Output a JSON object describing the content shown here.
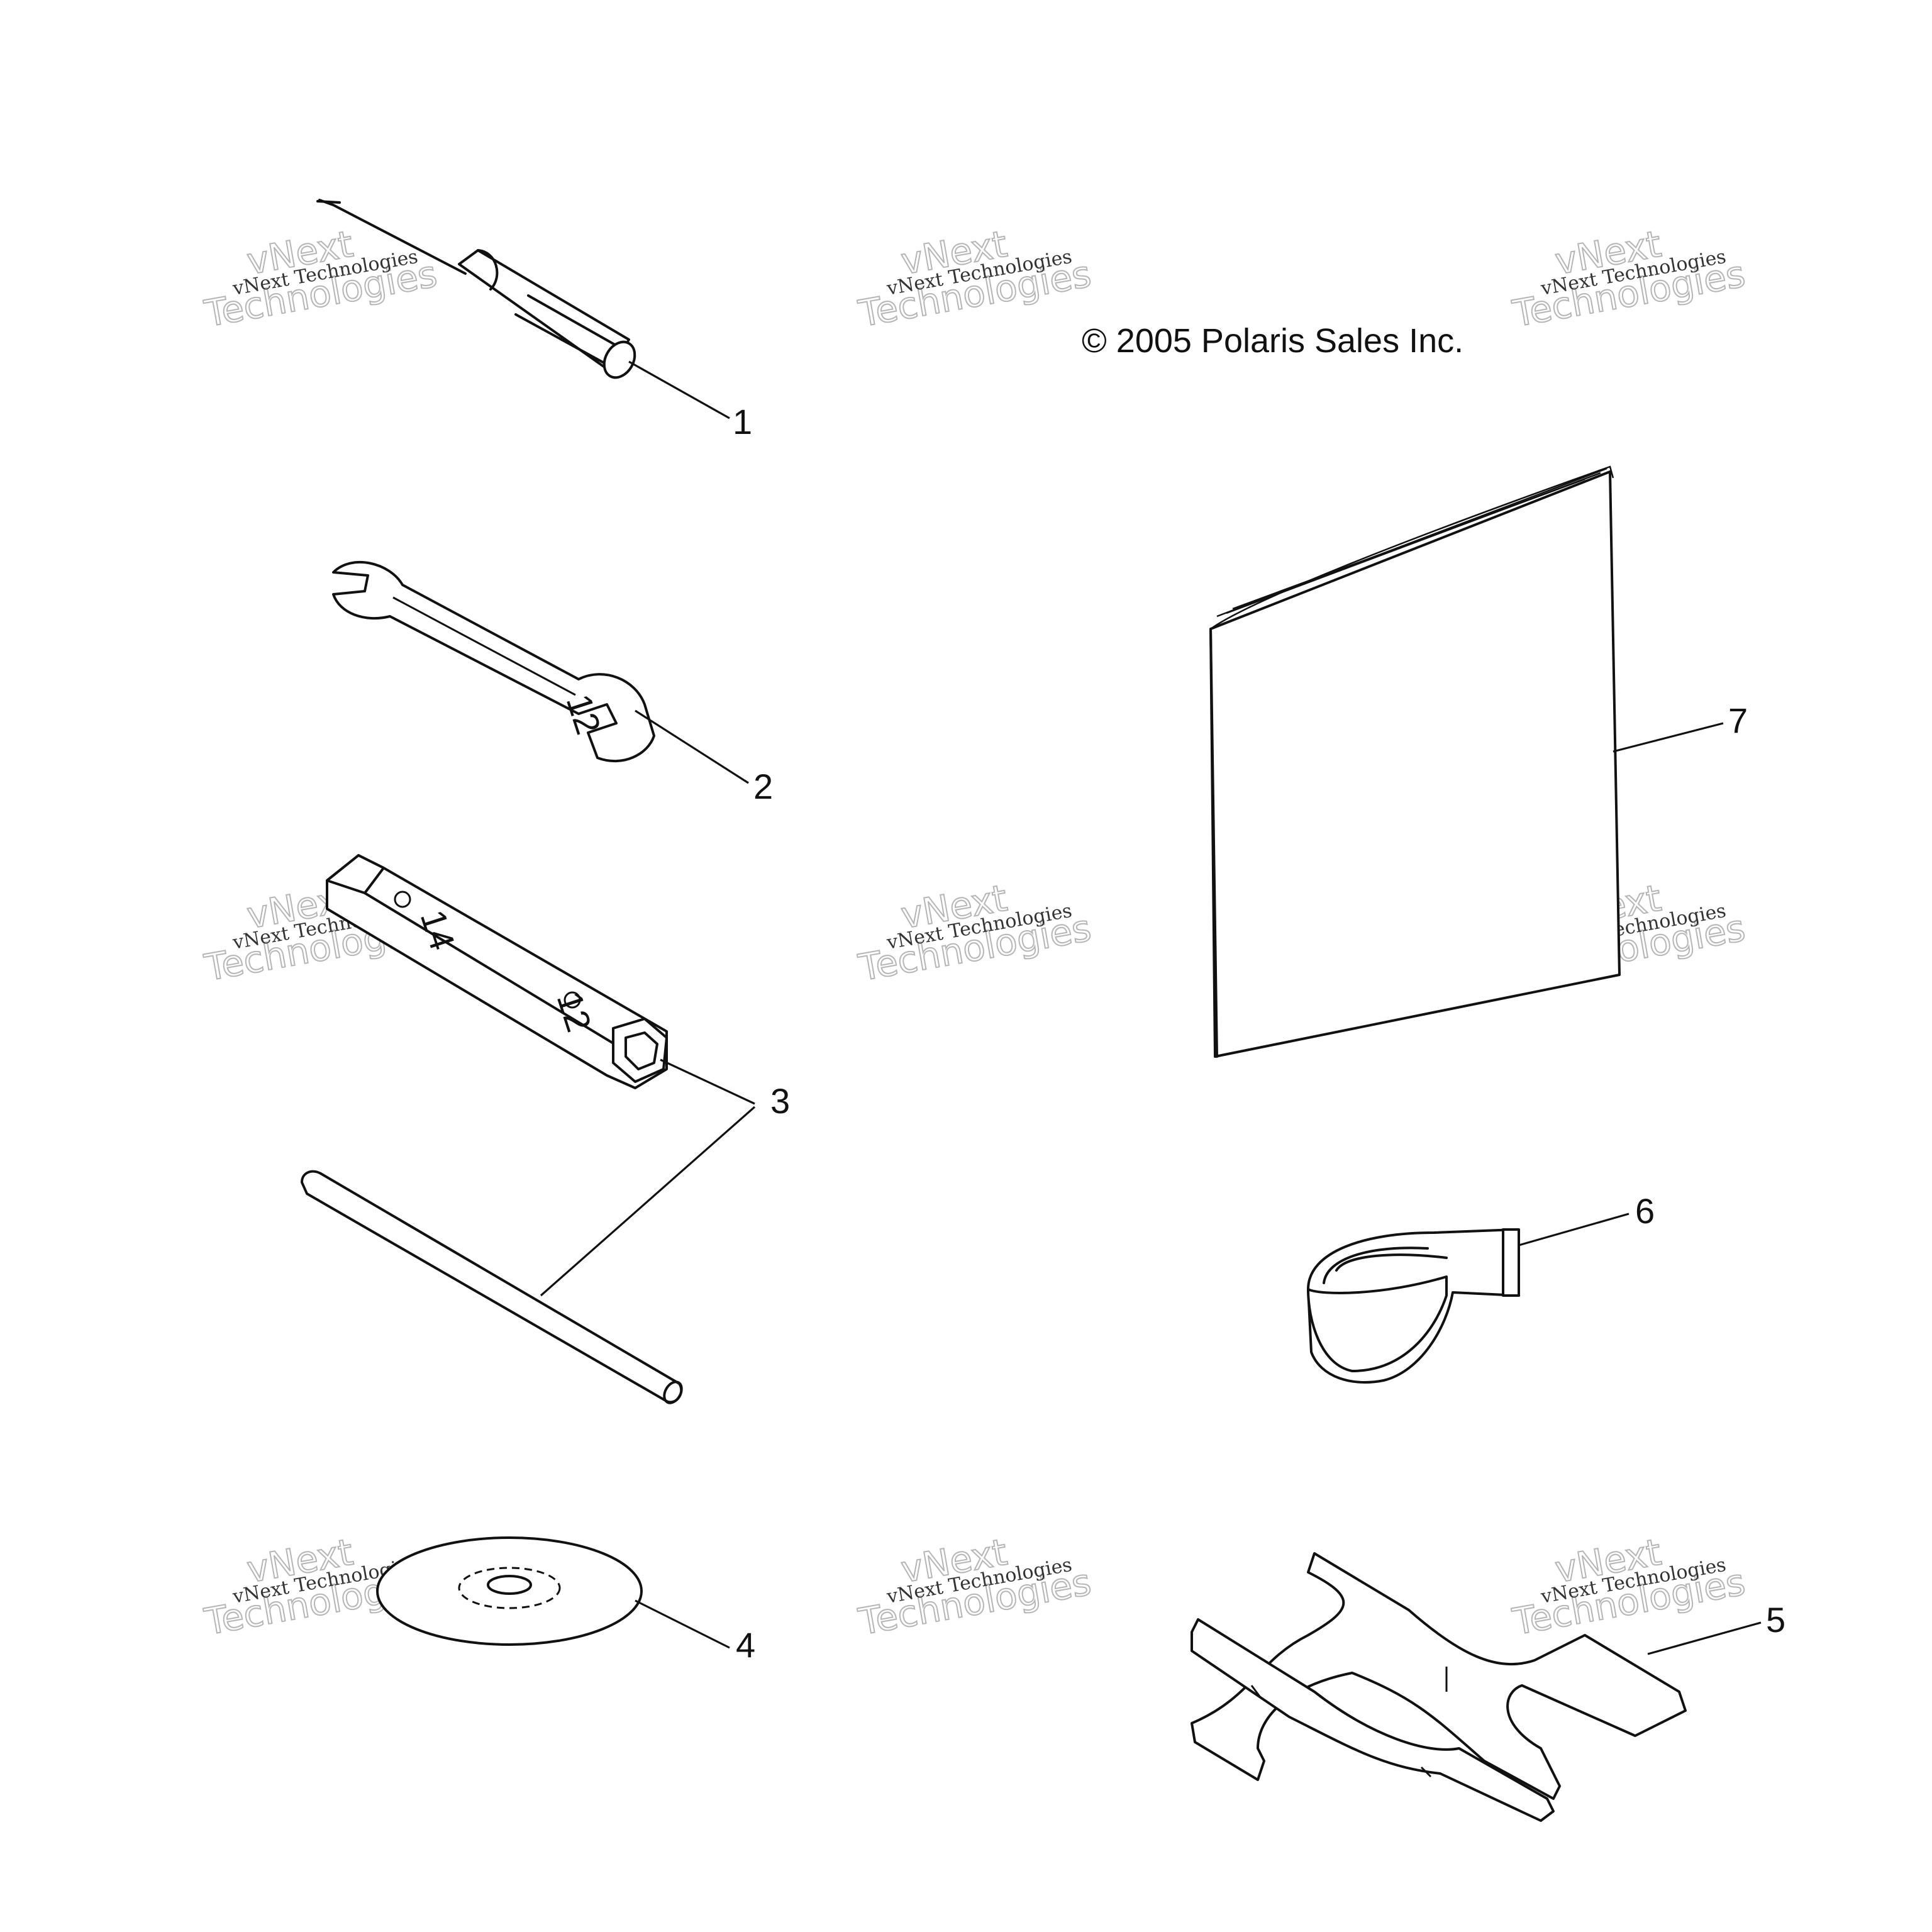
{
  "diagram": {
    "copyright": "© 2005 Polaris Sales Inc.",
    "callouts": [
      "1",
      "2",
      "3",
      "4",
      "5",
      "6",
      "7"
    ],
    "watermark": {
      "line1": "vNext Technologies",
      "line2": "vNext",
      "line3": "Technologies"
    },
    "tool_markings": {
      "wrench_size": "12",
      "socket_size_a": "14",
      "socket_size_b": "12"
    },
    "parts": [
      {
        "callout": "1",
        "icon": "screwdriver-icon"
      },
      {
        "callout": "2",
        "icon": "open-end-wrench-icon"
      },
      {
        "callout": "3",
        "icon": "socket-wrench-and-bar-icon"
      },
      {
        "callout": "4",
        "icon": "disc-icon"
      },
      {
        "callout": "5",
        "icon": "spanner-tool-icon"
      },
      {
        "callout": "6",
        "icon": "strap-roll-icon"
      },
      {
        "callout": "7",
        "icon": "manual-booklet-icon"
      }
    ]
  }
}
